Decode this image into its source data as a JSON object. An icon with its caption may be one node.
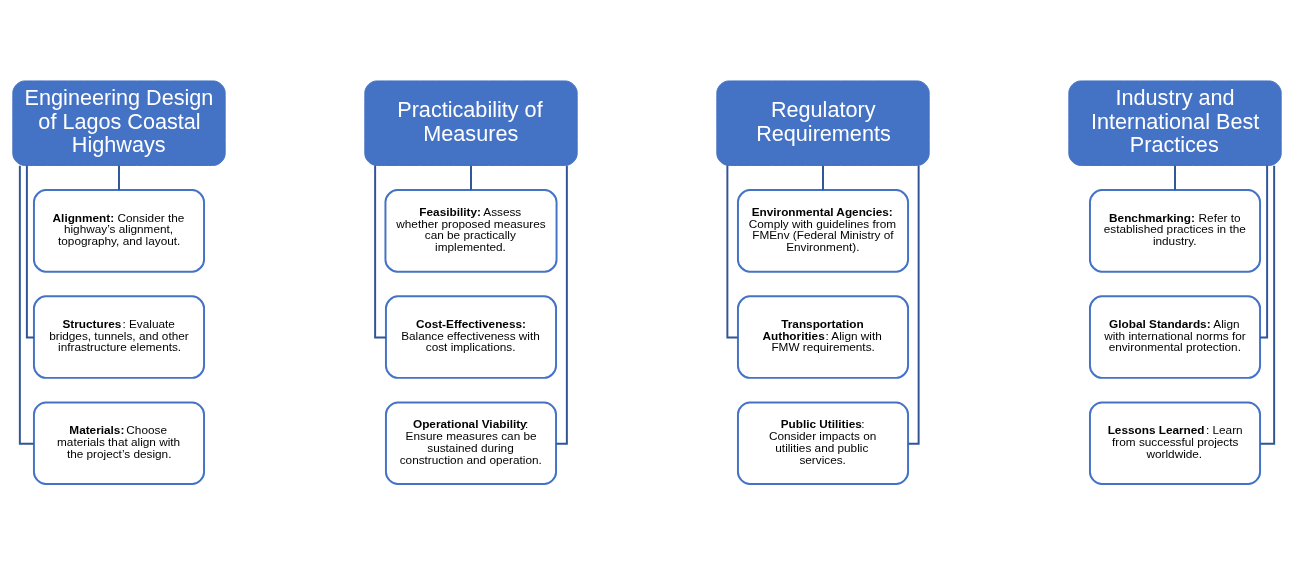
{
  "diagram": {
    "nodes": [
      {
        "text": [
          "Engineering Design of Lagos Coastal Highways"
        ]
      },
      {
        "text": [
          "**Alignment:** Consider the highway’s alignment, topography, and layout."
        ]
      },
      {
        "text": [
          "**Structures**: Evaluate bridges, tunnels, and other infrastructure elements."
        ]
      },
      {
        "text": [
          "**Materials:** Choose materials that align with the project’s design."
        ]
      },
      {
        "text": [
          "Practicability of Measures"
        ]
      },
      {
        "text": [
          "**Feasibility:** Assess whether proposed measures can be practically implemented."
        ]
      },
      {
        "text": [
          "**Cost-Effectiveness:** Balance effectiveness with cost implications."
        ]
      },
      {
        "text": [
          "**Operational Viability**: Ensure measures can be sustained during construction and operation."
        ]
      },
      {
        "text": [
          "Regulatory Requirements"
        ]
      },
      {
        "text": [
          "**Environmental Agencies:** Comply with guidelines from FMEnv (Federal Ministry of Environment)."
        ]
      },
      {
        "text": [
          "**Transportation Authorities**: Align with FMW requirements."
        ]
      },
      {
        "text": [
          "**Public Utilities**: Consider impacts on utilities and public services."
        ]
      },
      {
        "text": [
          "Industry and International Best Practices"
        ]
      },
      {
        "text": [
          "**Benchmarking:** Refer to established practices in the industry."
        ]
      },
      {
        "text": [
          "**Global Standards:** Align with international norms for environmental protection."
        ]
      },
      {
        "text": [
          "**Lessons Learned**: Learn from successful projects worldwide."
        ]
      }
    ],
    "edges": [
      {
        "from": 0,
        "to": 1,
        "arrow": "none"
      },
      {
        "from": 0,
        "to": 2,
        "arrow": "none"
      },
      {
        "from": 0,
        "to": 3,
        "arrow": "none"
      },
      {
        "from": 4,
        "to": 5,
        "arrow": "none"
      },
      {
        "from": 4,
        "to": 6,
        "arrow": "none"
      },
      {
        "from": 4,
        "to": 7,
        "arrow": "none"
      },
      {
        "from": 8,
        "to": 9,
        "arrow": "none"
      },
      {
        "from": 8,
        "to": 10,
        "arrow": "none"
      },
      {
        "from": 8,
        "to": 11,
        "arrow": "none"
      },
      {
        "from": 12,
        "to": 13,
        "arrow": "none"
      },
      {
        "from": 12,
        "to": 14,
        "arrow": "none"
      },
      {
        "from": 12,
        "to": 15,
        "arrow": "none"
      }
    ]
  }
}
